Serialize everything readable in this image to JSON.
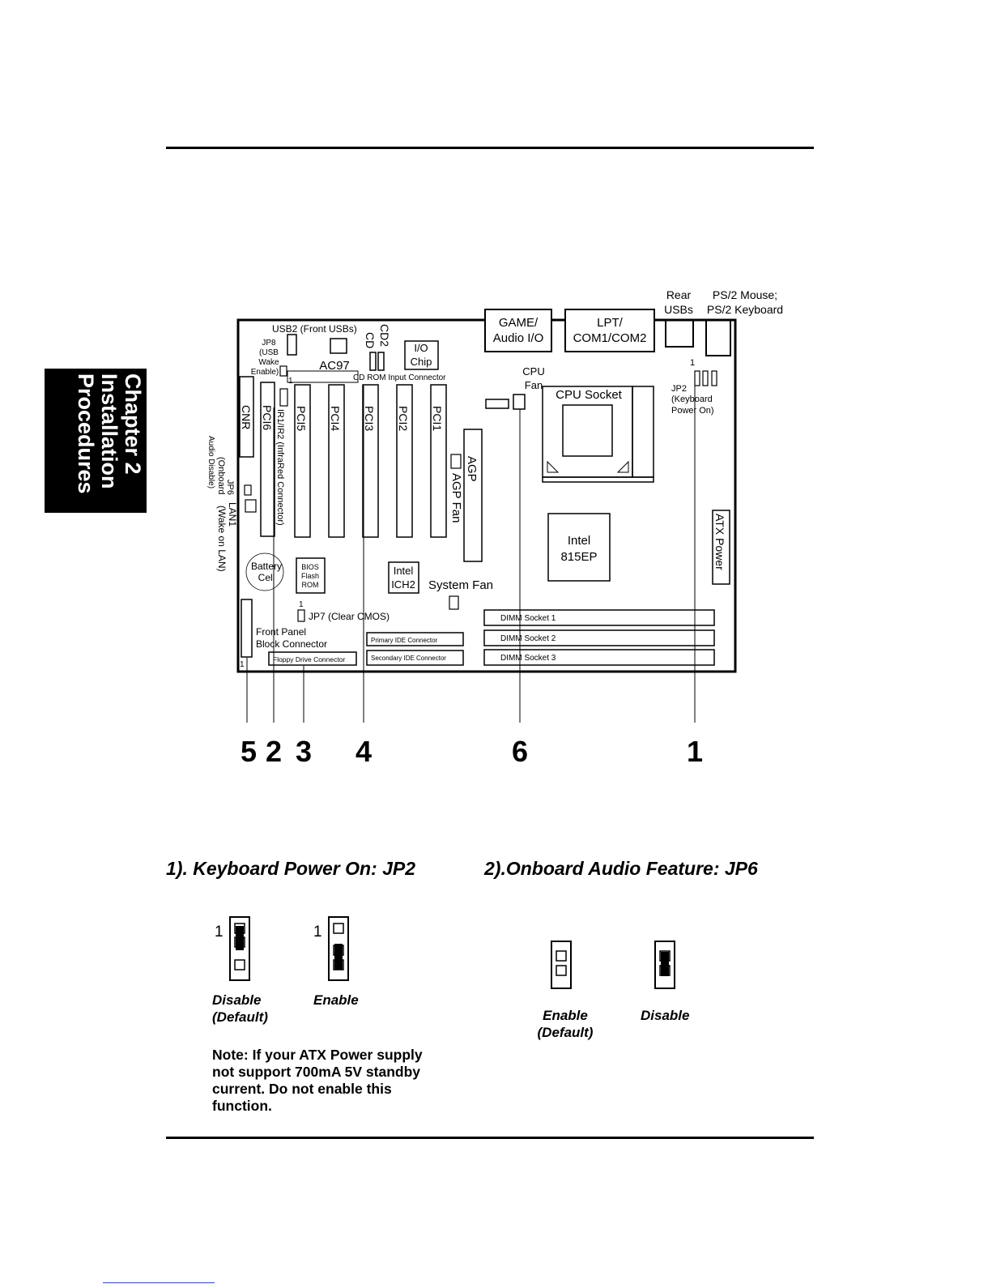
{
  "side_tab": {
    "line1": "Chapter 2",
    "line2": "Installation",
    "line3": "Procedures"
  },
  "diagram": {
    "external": {
      "rear_usbs": [
        "Rear",
        "USBs"
      ],
      "ps2": [
        "PS/2 Mouse;",
        "PS/2 Keyboard"
      ],
      "game_audio": [
        "GAME/",
        "Audio I/O"
      ],
      "lpt_com": [
        "LPT/",
        "COM1/COM2"
      ]
    },
    "labels": {
      "usb2": "USB2 (Front USBs)",
      "jp8": [
        "JP8",
        "(USB",
        "Wake",
        "Enable)"
      ],
      "ac97": "AC97",
      "cd": "CD",
      "cd2": "CD2",
      "io_chip": [
        "I/O",
        "Chip"
      ],
      "cd_rom": "CD ROM Input Connector",
      "cpu_fan": [
        "CPU",
        "Fan"
      ],
      "cpu_socket": "CPU Socket",
      "jp2": [
        "JP2",
        "(Keyboard",
        "Power On)"
      ],
      "pin_one": "1",
      "cnr": "CNR",
      "pci6": "PCI6",
      "ir": "IR1/IR2 (InfraRed Connector)",
      "pci5": "PCI5",
      "pci4": "PCI4",
      "pci3": "PCI3",
      "pci2": "PCI2",
      "pci1": "PCI1",
      "agp": "AGP",
      "agp_fan": "AGP Fan",
      "atx_power": "ATX Power",
      "intel_815": [
        "Intel",
        "815EP"
      ],
      "jp6_side": [
        "JP6",
        "(Onboard",
        "Audio Disable)"
      ],
      "lan1_side": [
        "LAN1",
        "(Wake on LAN)"
      ],
      "battery": [
        "Battery",
        "Cell"
      ],
      "bios": [
        "BIOS",
        "Flash",
        "ROM"
      ],
      "ich2": [
        "Intel",
        "ICH2"
      ],
      "system_fan": "System Fan",
      "jp7": "JP7 (Clear CMOS)",
      "front_panel": [
        "Front Panel",
        "Block Connector"
      ],
      "primary_ide": "Primary IDE Connector",
      "secondary_ide": "Secondary IDE Connector",
      "floppy": "Floppy Drive Connector",
      "dimm1": "DIMM Socket 1",
      "dimm2": "DIMM Socket 2",
      "dimm3": "DIMM Socket 3"
    },
    "callouts": [
      "5",
      "2",
      "3",
      "4",
      "6",
      "1"
    ]
  },
  "section1": {
    "title": "1). Keyboard Power On: JP2",
    "pin_label": "1",
    "disable_label": [
      "Disable",
      "(Default)"
    ],
    "enable_label": "Enable",
    "note": [
      "Note: If your ATX Power supply",
      "not support 700mA 5V standby",
      "current. Do not enable this",
      "function."
    ]
  },
  "section2": {
    "title": "2).Onboard Audio Feature: JP6",
    "enable_label": [
      "Enable",
      "(Default)"
    ],
    "disable_label": "Disable"
  }
}
